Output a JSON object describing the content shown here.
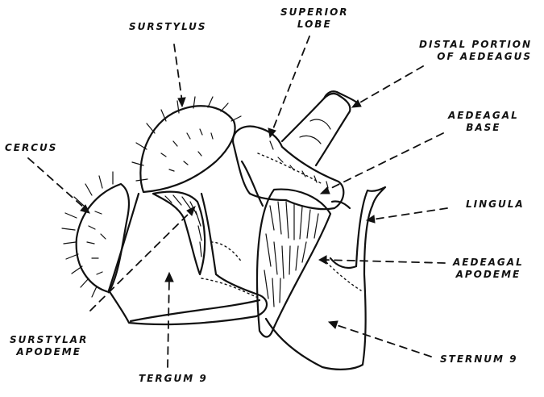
{
  "labels": {
    "surstylus": "SURSTYLUS",
    "superior_lobe": [
      "SUPERIOR",
      "LOBE"
    ],
    "distal_portion": [
      "DISTAL PORTION",
      "OF AEDEAGUS"
    ],
    "aedeagal_base": [
      "AEDEAGAL",
      "BASE"
    ],
    "cercus": "CERCUS",
    "lingula": "LINGULA",
    "aedeagal_apodeme": [
      "AEDEAGAL",
      "APODEME"
    ],
    "surstylar_apodeme": [
      "SURSTYLAR",
      "APODEME"
    ],
    "sternum_9": "STERNUM 9",
    "tergum_9": "TERGUM 9"
  }
}
